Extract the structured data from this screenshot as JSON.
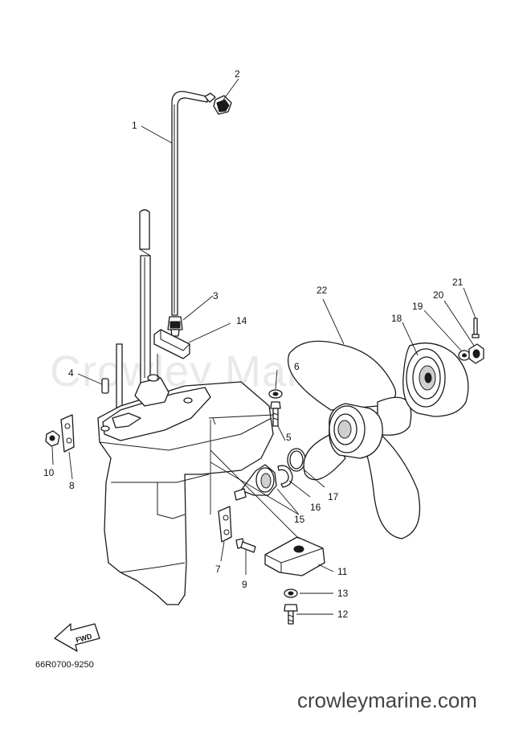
{
  "watermark": "Crowley Marine",
  "diagram_code": "66R0700-9250",
  "footer_site": "crowleymarine.com",
  "fwd_label": "FWD",
  "callouts": [
    {
      "id": "1",
      "label": "1"
    },
    {
      "id": "2",
      "label": "2"
    },
    {
      "id": "3",
      "label": "3"
    },
    {
      "id": "4",
      "label": "4"
    },
    {
      "id": "5",
      "label": "5"
    },
    {
      "id": "6",
      "label": "6"
    },
    {
      "id": "7",
      "label": "7"
    },
    {
      "id": "8",
      "label": "8"
    },
    {
      "id": "9",
      "label": "9"
    },
    {
      "id": "10",
      "label": "10"
    },
    {
      "id": "11",
      "label": "11"
    },
    {
      "id": "12",
      "label": "12"
    },
    {
      "id": "13",
      "label": "13"
    },
    {
      "id": "14",
      "label": "14"
    },
    {
      "id": "15",
      "label": "15"
    },
    {
      "id": "16",
      "label": "16"
    },
    {
      "id": "17",
      "label": "17"
    },
    {
      "id": "18",
      "label": "18"
    },
    {
      "id": "19",
      "label": "19"
    },
    {
      "id": "20",
      "label": "20"
    },
    {
      "id": "21",
      "label": "21"
    },
    {
      "id": "22",
      "label": "22"
    }
  ]
}
